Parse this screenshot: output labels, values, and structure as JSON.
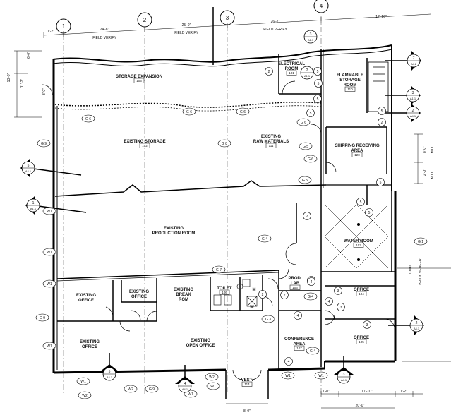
{
  "grid_columns": [
    "1",
    "2",
    "3",
    "4"
  ],
  "top_dimensions": {
    "a": "1'-2\"",
    "b": "24'-8\"",
    "c": "25'-0\"",
    "d": "26'-7\"",
    "e": "17'-10\"",
    "field_verify": "FIELD VERIFY"
  },
  "left_dimensions": {
    "a": "13'-0\"",
    "b": "11'-2\"",
    "c": "6'-0\"",
    "d": "3'-0\""
  },
  "bottom_dimensions": {
    "a": "1'-0\"",
    "b": "17'-10\"",
    "c": "1'-2\"",
    "d": "20'-0\"",
    "e": "8'-0\""
  },
  "right_dimensions": {
    "a": "8'-0\"",
    "b": "2'-0\"",
    "c": "M.O.",
    "d": "M.O.",
    "e": "CMU",
    "f": "BRICK VENEER"
  },
  "rooms": [
    {
      "key": "storage_expansion",
      "lines": [
        "STORAGE EXPANSION"
      ],
      "num": "103"
    },
    {
      "key": "electrical",
      "lines": [
        "ELECTRICAL",
        "ROOM"
      ],
      "num": "101"
    },
    {
      "key": "flammable",
      "lines": [
        "FLAMMABLE",
        "STORAGE",
        "ROOM"
      ],
      "num": "110"
    },
    {
      "key": "existing_storage",
      "lines": [
        "EXISTING STORAGE"
      ],
      "num": "102"
    },
    {
      "key": "raw_materials",
      "lines": [
        "EXISTING",
        "RAW MATERIALS"
      ],
      "num": "111"
    },
    {
      "key": "shipping",
      "lines": [
        "SHIPPING RECEIVING",
        "AREA"
      ],
      "num": "120"
    },
    {
      "key": "production",
      "lines": [
        "EXISTING",
        "PRODUCTION ROOM"
      ],
      "num": ""
    },
    {
      "key": "water",
      "lines": [
        "WATER ROOM"
      ],
      "num": "103"
    },
    {
      "key": "office_upper_left",
      "lines": [
        "EXISTING",
        "OFFICE"
      ],
      "num": ""
    },
    {
      "key": "office_small",
      "lines": [
        "EXISTING",
        "OFFICE"
      ],
      "num": ""
    },
    {
      "key": "break",
      "lines": [
        "EXISTING",
        "BREAK",
        "ROM"
      ],
      "num": ""
    },
    {
      "key": "toilet",
      "lines": [
        "TOILET"
      ],
      "num": "106"
    },
    {
      "key": "prod_lab",
      "lines": [
        "PROD.",
        "LAB"
      ],
      "num": "106"
    },
    {
      "key": "office_104",
      "lines": [
        "OFFICE"
      ],
      "num": "104"
    },
    {
      "key": "office_lower_left",
      "lines": [
        "EXISTING",
        "OFFICE"
      ],
      "num": ""
    },
    {
      "key": "open_office",
      "lines": [
        "EXISTING",
        "OPEN OFFICE"
      ],
      "num": ""
    },
    {
      "key": "conference",
      "lines": [
        "CONFERENCE",
        "AREA"
      ],
      "num": "107"
    },
    {
      "key": "office_105",
      "lines": [
        "OFFICE"
      ],
      "num": "105"
    },
    {
      "key": "vestibule",
      "lines": [
        "VEST."
      ],
      "num": "114"
    }
  ],
  "toilet_marks": {
    "m": "M",
    "w": "W"
  },
  "wall_tags": [
    "G 6",
    "G 6",
    "G 6",
    "G 9",
    "G 8",
    "G 6",
    "G 6",
    "G 5",
    "G 5",
    "G 4",
    "G 7",
    "G 3",
    "G 4",
    "G 4",
    "G 1",
    "G 9",
    "G 9",
    "W1",
    "W1",
    "W1",
    "W1",
    "W1",
    "W2",
    "W2",
    "W1",
    "W2",
    "W1",
    "W1",
    "W1"
  ],
  "door_tags": [
    "2",
    "5",
    "5",
    "5",
    "5",
    "5",
    "5",
    "5",
    "5",
    "2",
    "4",
    "2",
    "3",
    "3",
    "3",
    "4",
    "4",
    "4",
    "4",
    "2",
    "2"
  ],
  "section_markers": [
    {
      "num": "7",
      "sheet": "A4.2"
    },
    {
      "num": "3",
      "sheet": "A1.1"
    },
    {
      "num": "2",
      "sheet": "A4.1"
    },
    {
      "num": "5",
      "sheet": "A4.1"
    },
    {
      "num": "1",
      "sheet": "A1.1"
    },
    {
      "num": "2",
      "sheet": "A4.1"
    },
    {
      "num": "3",
      "sheet": "A4.1"
    },
    {
      "num": "5",
      "sheet": "A4.1"
    },
    {
      "num": "4",
      "sheet": "A4.1"
    },
    {
      "num": "3",
      "sheet": "A1.1"
    },
    {
      "num": "2",
      "sheet": "A1.1"
    }
  ]
}
